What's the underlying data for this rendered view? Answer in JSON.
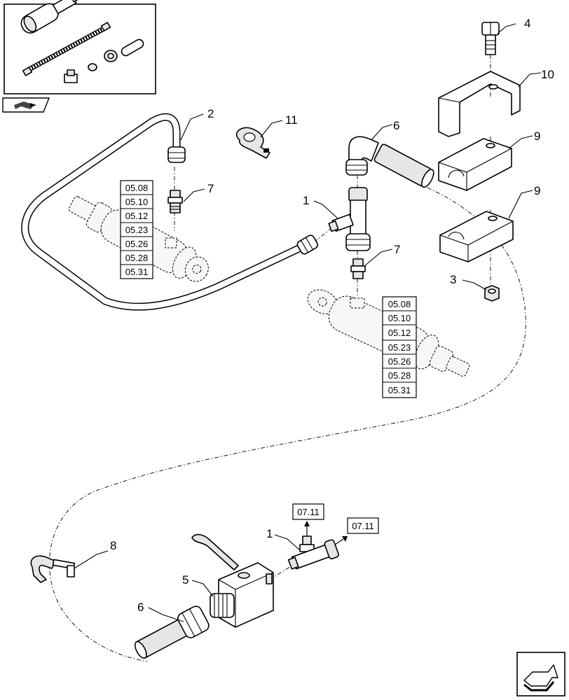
{
  "callouts": {
    "c1a": "1",
    "c1b": "1",
    "c2": "2",
    "c3": "3",
    "c4": "4",
    "c5": "5",
    "c6a": "6",
    "c6b": "6",
    "c7a": "7",
    "c7b": "7",
    "c8": "8",
    "c9a": "9",
    "c9b": "9",
    "c10": "10",
    "c11": "11"
  },
  "ref_table_left": [
    "05.08",
    "05.10",
    "05.12",
    "05.23",
    "05.26",
    "05.28",
    "05.31"
  ],
  "ref_table_right": [
    "05.08",
    "05.10",
    "05.12",
    "05.23",
    "05.26",
    "05.28",
    "05.31"
  ],
  "refs": {
    "arrow_up": "07.11",
    "arrow_right": "07.11"
  },
  "icons": {
    "overview": "assembly-overview-icon",
    "tag": "section-tag-icon",
    "next": "next-page-arrow-icon"
  }
}
